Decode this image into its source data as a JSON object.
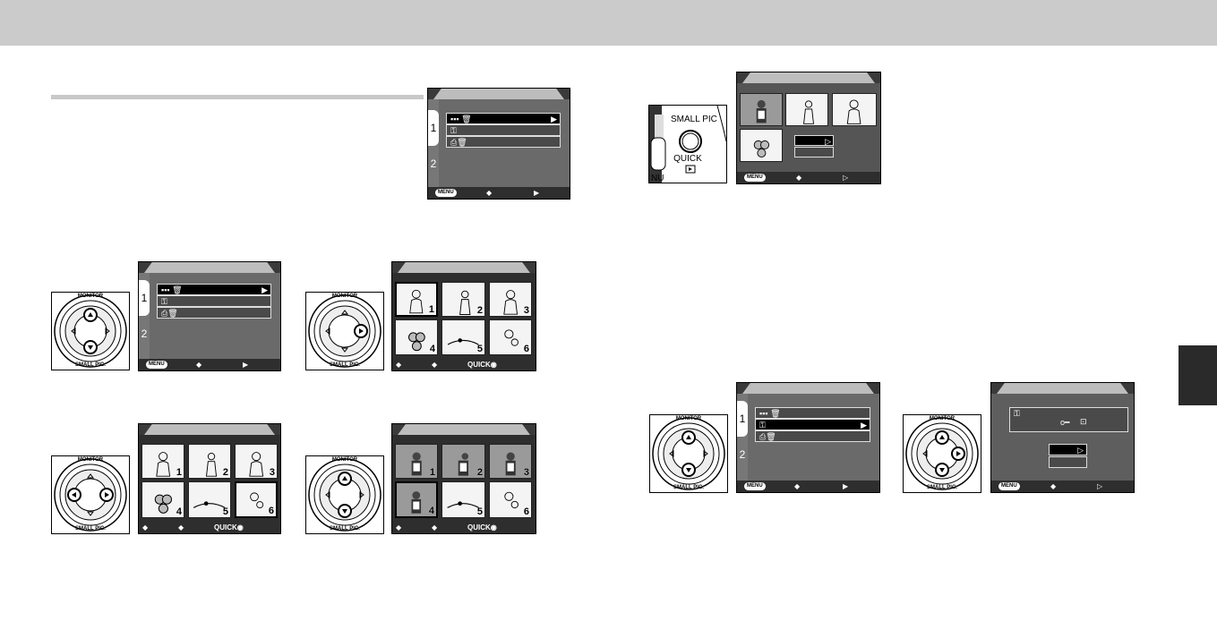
{
  "header": {
    "band_color": "#cbcbcb"
  },
  "side_tab": {
    "color": "#2a2a2a"
  },
  "labels": {
    "monitor": "MONITOR",
    "small_pic": "SMALL PIC.",
    "small_pic_partial": "SMALL PIC",
    "quick": "QUICK",
    "menu": "MENU",
    "quick_foot": "QUICK◉",
    "nu": "NU"
  },
  "menu_tabs": [
    "1",
    "2"
  ],
  "icons": {
    "delete_selected": "grid-trash-icon",
    "protect": "key-icon",
    "dpof_delete": "print-trash-icon",
    "arrows_updown": "updown-arrows-icon",
    "arrow_right": "right-arrow-icon"
  },
  "thumbnail_numbers": [
    "1",
    "2",
    "3",
    "4",
    "5",
    "6"
  ],
  "protect_dialog": {
    "key_symbol": "o━",
    "check_symbol": "⊡"
  }
}
